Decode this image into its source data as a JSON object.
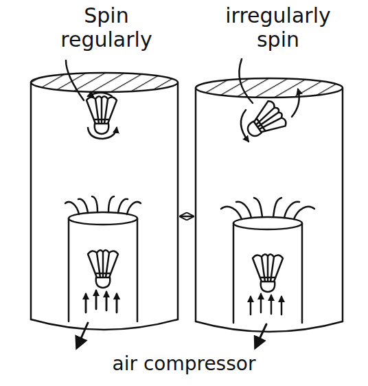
{
  "diagram": {
    "labels": [
      "Spin regularly",
      "irregularly spin",
      "air compressor"
    ]
  }
}
